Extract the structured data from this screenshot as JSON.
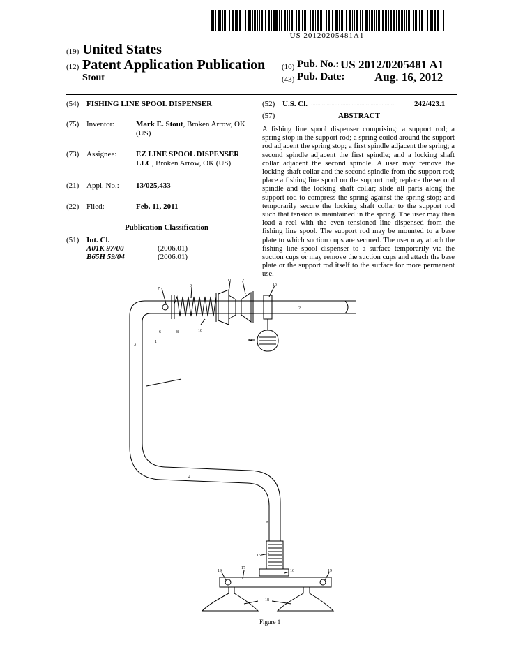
{
  "barcode_text": "US 20120205481A1",
  "header": {
    "code19": "(19)",
    "country": "United States",
    "code12": "(12)",
    "pub_type": "Patent Application Publication",
    "author": "Stout",
    "code10": "(10)",
    "pub_no_label": "Pub. No.:",
    "pub_no": "US 2012/0205481 A1",
    "code43": "(43)",
    "pub_date_label": "Pub. Date:",
    "pub_date": "Aug. 16, 2012"
  },
  "left": {
    "title_code": "(54)",
    "title": "FISHING LINE SPOOL DISPENSER",
    "inventor_code": "(75)",
    "inventor_label": "Inventor:",
    "inventor_name": "Mark E. Stout",
    "inventor_loc": ", Broken Arrow, OK (US)",
    "assignee_code": "(73)",
    "assignee_label": "Assignee:",
    "assignee_name": "EZ LINE SPOOL DISPENSER LLC",
    "assignee_loc": ", Broken Arrow, OK (US)",
    "appl_code": "(21)",
    "appl_label": "Appl. No.:",
    "appl_no": "13/025,433",
    "filed_code": "(22)",
    "filed_label": "Filed:",
    "filed_date": "Feb. 11, 2011",
    "pub_class_heading": "Publication Classification",
    "intcl_code": "(51)",
    "intcl_label": "Int. Cl.",
    "class1": "A01K 97/00",
    "class1_year": "(2006.01)",
    "class2": "B65H 59/04",
    "class2_year": "(2006.01)"
  },
  "right": {
    "uscl_code": "(52)",
    "uscl_label": "U.S. Cl.",
    "uscl_dots": "......................................................",
    "uscl_value": "242/423.1",
    "abstract_code": "(57)",
    "abstract_heading": "ABSTRACT",
    "abstract_text": "A fishing line spool dispenser comprising: a support rod; a spring stop in the support rod; a spring coiled around the support rod adjacent the spring stop; a first spindle adjacent the spring; a second spindle adjacent the first spindle; and a locking shaft collar adjacent the second spindle. A user may remove the locking shaft collar and the second spindle from the support rod; place a fishing line spool on the support rod; replace the second spindle and the locking shaft collar; slide all parts along the support rod to compress the spring against the spring stop; and temporarily secure the locking shaft collar to the support rod such that tension is maintained in the spring. The user may then load a reel with the even tensioned line dispensed from the fishing line spool. The support rod may be mounted to a base plate to which suction cups are secured. The user may attach the fishing line spool dispenser to a surface temporarily via the suction cups or may remove the suction cups and attach the base plate or the support rod itself to the surface for more permanent use."
  },
  "figure": {
    "caption": "Figure 1",
    "labels": [
      "1",
      "2",
      "3",
      "4",
      "5",
      "6",
      "7",
      "8",
      "9",
      "10",
      "11",
      "12",
      "13",
      "14",
      "15",
      "16",
      "17",
      "18",
      "19",
      "19"
    ]
  }
}
